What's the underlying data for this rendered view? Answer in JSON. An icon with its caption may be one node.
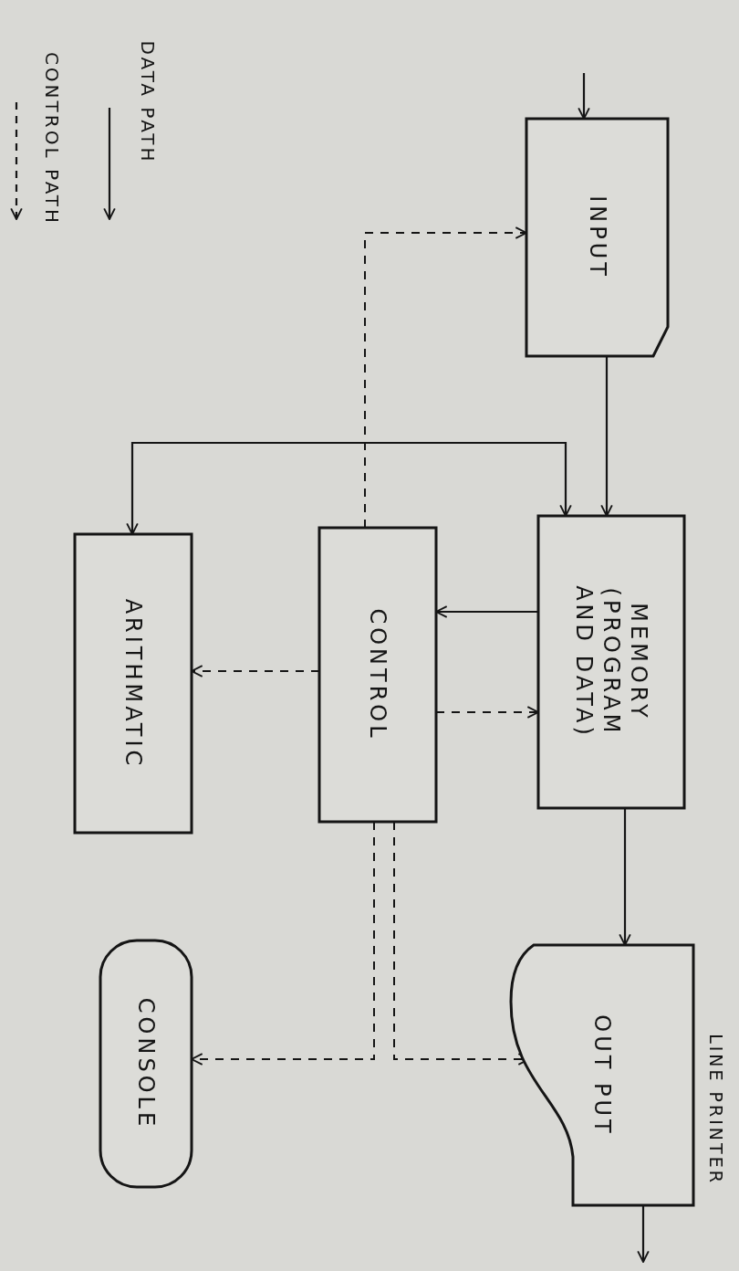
{
  "diagram": {
    "nodes": [
      {
        "text": [
          "INPUT"
        ]
      },
      {
        "text": [
          "MEMORY (PROGRAM AND DATA)"
        ]
      },
      {
        "text": [
          "CONTROL"
        ]
      },
      {
        "text": [
          "ARITHMATIC"
        ]
      },
      {
        "text": [
          "OUT PUT"
        ],
        "beside": [
          "LINE PRINTER"
        ]
      },
      {
        "text": [
          "CONSOLE"
        ]
      }
    ],
    "edges": [
      {
        "from": null,
        "to": 0,
        "arrow": "to"
      },
      {
        "from": 0,
        "to": 1,
        "arrow": "to"
      },
      {
        "from": 1,
        "to": 3,
        "arrow": "both"
      },
      {
        "from": 1,
        "to": 2,
        "arrow": "to"
      },
      {
        "from": 2,
        "to": 0,
        "arrow": "to",
        "style": "dashed"
      },
      {
        "from": 2,
        "to": 3,
        "arrow": "to",
        "style": "dashed"
      },
      {
        "from": 2,
        "to": 1,
        "arrow": "to",
        "style": "dashed"
      },
      {
        "from": 1,
        "to": 4,
        "arrow": "to"
      },
      {
        "from": 2,
        "to": 5,
        "arrow": "to",
        "style": "dashed"
      },
      {
        "from": 2,
        "to": 4,
        "arrow": "to",
        "style": "dashed"
      },
      {
        "from": 4,
        "to": null,
        "arrow": "to"
      }
    ],
    "legend": [
      {
        "text": "DATA PATH"
      },
      {
        "text": "CONTROL PATH"
      }
    ]
  }
}
